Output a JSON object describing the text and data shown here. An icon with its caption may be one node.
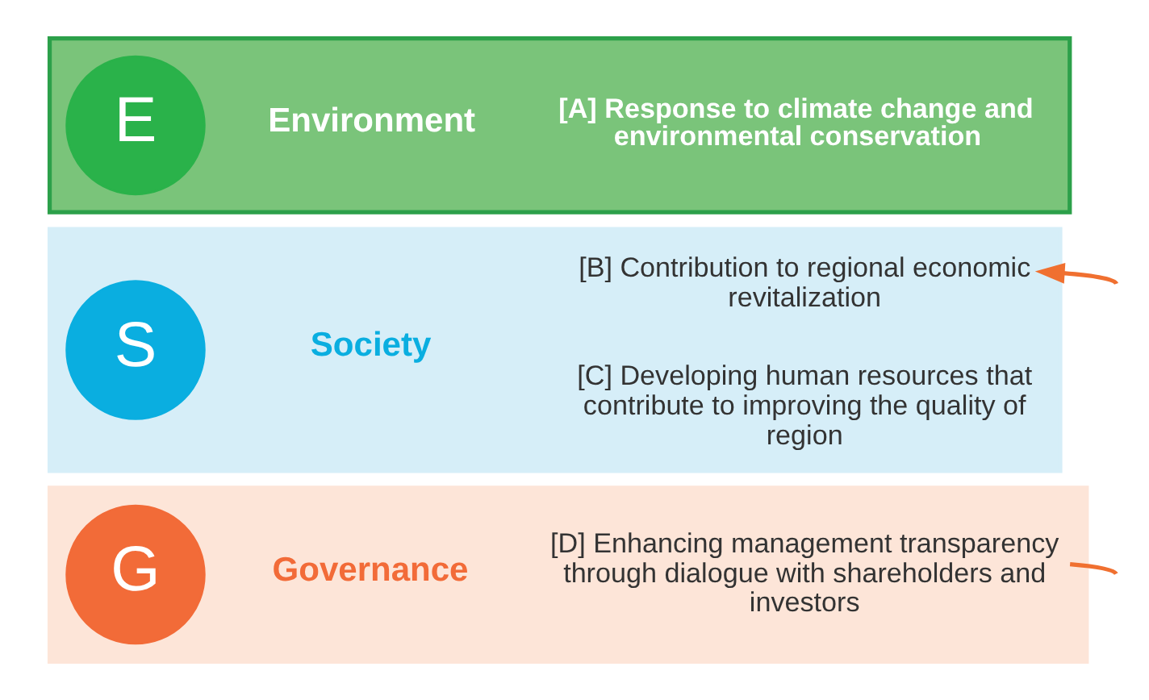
{
  "diagram": {
    "nodes": [
      {
        "text": [],
        "shape": "box"
      },
      {
        "text": [
          "E"
        ],
        "in": 0
      },
      {
        "text": [
          "Environment"
        ],
        "in": 0
      },
      {
        "text": [
          "[A] Response to climate change and environmental conservation"
        ],
        "in": 0
      },
      {
        "text": [],
        "shape": "box"
      },
      {
        "text": [
          "S"
        ],
        "in": 4
      },
      {
        "text": [
          "Society"
        ],
        "in": 4
      },
      {
        "text": [
          "[B] Contribution to regional economic revitalization"
        ],
        "in": 4
      },
      {
        "text": [
          "[C] Developing human resources that contribute to improving the quality of region"
        ],
        "in": 4
      },
      {
        "text": [],
        "shape": "box"
      },
      {
        "text": [
          "G"
        ],
        "in": 9
      },
      {
        "text": [
          "Governance"
        ],
        "in": 9
      },
      {
        "text": [
          "[D] Enhancing management transparency through dialogue with shareholders and investors"
        ],
        "in": 9
      }
    ],
    "edges": [
      {
        "from": null,
        "to": 7,
        "arrow": "to"
      },
      {
        "from": null,
        "to": 12,
        "arrow": "none"
      }
    ]
  }
}
